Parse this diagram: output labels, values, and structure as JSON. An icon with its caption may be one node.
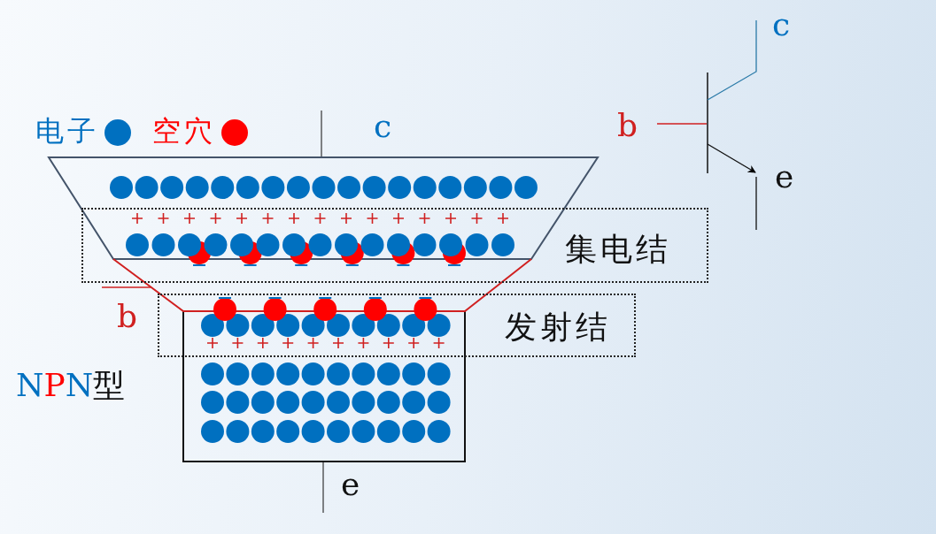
{
  "diagram": {
    "nodes": [
      {
        "text": [
          "集电结"
        ]
      },
      {
        "text": [
          "发射结"
        ]
      }
    ],
    "labels": [
      "c",
      "c",
      "b",
      "e",
      "b",
      "NPN型",
      "e"
    ],
    "legend": [
      {
        "text": "电子",
        "color": "#0070c0"
      },
      {
        "text": "空穴",
        "color": "#ff0000"
      }
    ]
  }
}
